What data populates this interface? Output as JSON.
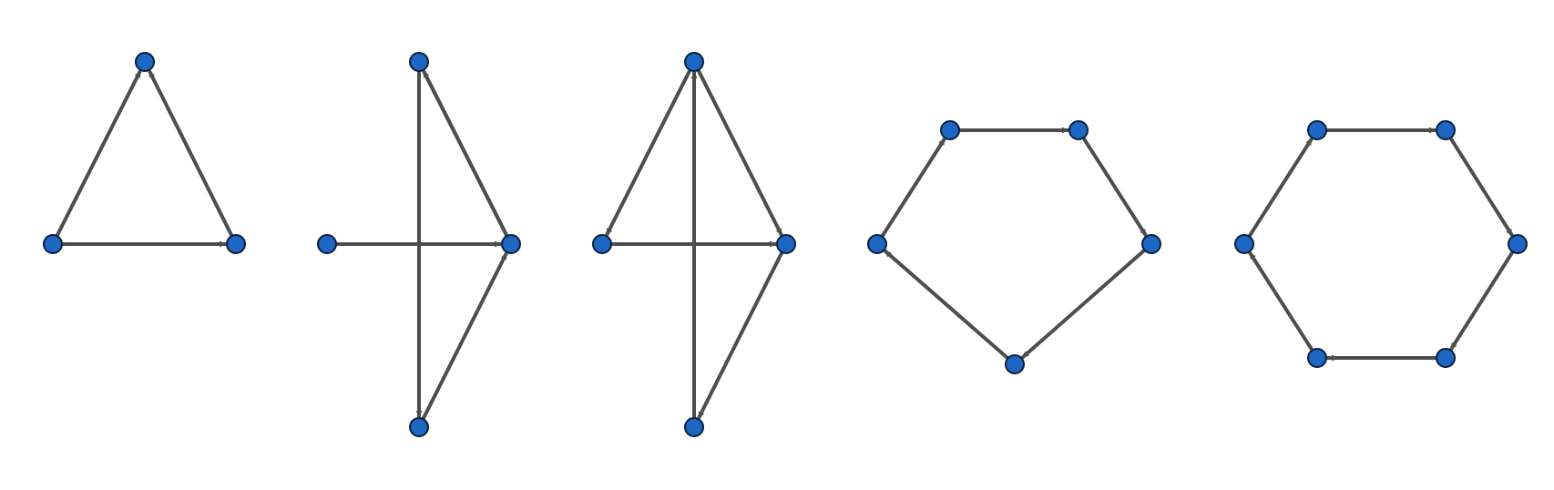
{
  "colors": {
    "node_fill": "#1e66c4",
    "node_stroke": "#0a1f3a",
    "edge": "#4d4d4d",
    "background": "#ffffff"
  },
  "diagram": {
    "type": "directed-graphs",
    "graphs": [
      {
        "id": "triangle",
        "nodes": 3,
        "edges": [
          [
            0,
            1
          ],
          [
            0,
            2
          ],
          [
            2,
            1
          ]
        ]
      },
      {
        "id": "diamond-a",
        "nodes": 4,
        "edges": [
          [
            0,
            2
          ],
          [
            2,
            1
          ],
          [
            1,
            3
          ],
          [
            3,
            2
          ],
          [
            2,
            1
          ]
        ]
      },
      {
        "id": "diamond-b",
        "nodes": 4,
        "edges": [
          [
            1,
            0
          ],
          [
            0,
            2
          ],
          [
            2,
            3
          ],
          [
            3,
            1
          ],
          [
            1,
            2
          ]
        ]
      },
      {
        "id": "pentagon-cycle",
        "nodes": 5,
        "edges": [
          [
            0,
            1
          ],
          [
            1,
            2
          ],
          [
            2,
            3
          ],
          [
            3,
            4
          ],
          [
            4,
            0
          ]
        ]
      },
      {
        "id": "hexagon-cycle",
        "nodes": 6,
        "edges": [
          [
            0,
            1
          ],
          [
            1,
            2
          ],
          [
            2,
            3
          ],
          [
            3,
            4
          ],
          [
            4,
            5
          ],
          [
            5,
            0
          ]
        ]
      }
    ]
  }
}
